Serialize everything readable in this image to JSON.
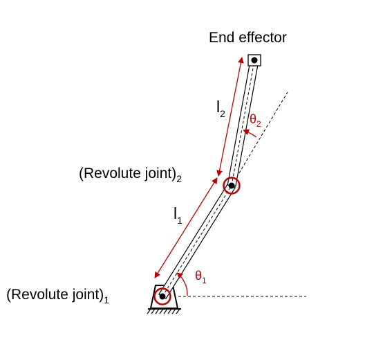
{
  "labels": {
    "end_effector": "End effector",
    "joint2": "(Revolute joint)",
    "joint2_sub": "2",
    "joint1": "(Revolute joint)",
    "joint1_sub": "1",
    "link1": "l",
    "link1_sub": "1",
    "link2": "l",
    "link2_sub": "2",
    "theta1": "θ",
    "theta1_sub": "1",
    "theta2": "θ",
    "theta2_sub": "2"
  },
  "colors": {
    "annotation": "#c00000",
    "structure": "#000000"
  },
  "icons": {
    "ground": "hatched-ground-icon",
    "joint": "revolute-joint-icon"
  }
}
